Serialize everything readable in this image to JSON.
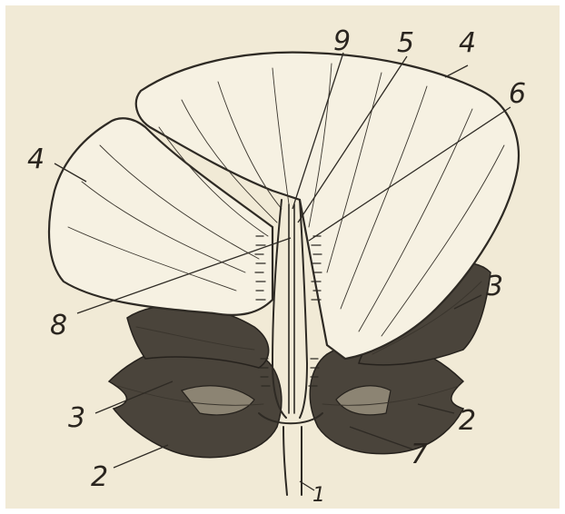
{
  "labels": [
    "9",
    "5",
    "4",
    "6",
    "4",
    "3",
    "8",
    "3",
    "2",
    "2",
    "7",
    "1"
  ],
  "colors": {
    "paper": "#f1ead6",
    "ink": "#2e2a24",
    "sepal_dark": "#4a443b"
  }
}
